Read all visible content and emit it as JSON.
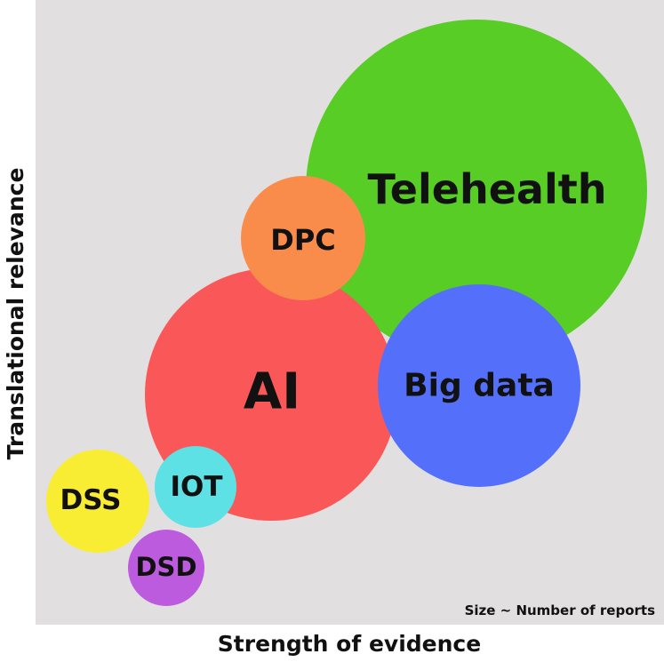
{
  "chart_data": {
    "type": "scatter",
    "title": "",
    "xlabel": "Strength of evidence",
    "ylabel": "Translational relevance",
    "size_note": "Size ~ Number of reports",
    "grid": false,
    "legend": "none",
    "background_color": "#e1dfe0",
    "series": [
      {
        "name": "Telehealth",
        "color": "#57cd26"
      },
      {
        "name": "DPC",
        "color": "#fa8c4b"
      },
      {
        "name": "AI",
        "color": "#fa5858"
      },
      {
        "name": "Big data",
        "color": "#5470fa"
      },
      {
        "name": "DSS",
        "color": "#f9ed33"
      },
      {
        "name": "IOT",
        "color": "#5ee1e5"
      },
      {
        "name": "DSD",
        "color": "#bd5bde"
      }
    ]
  }
}
